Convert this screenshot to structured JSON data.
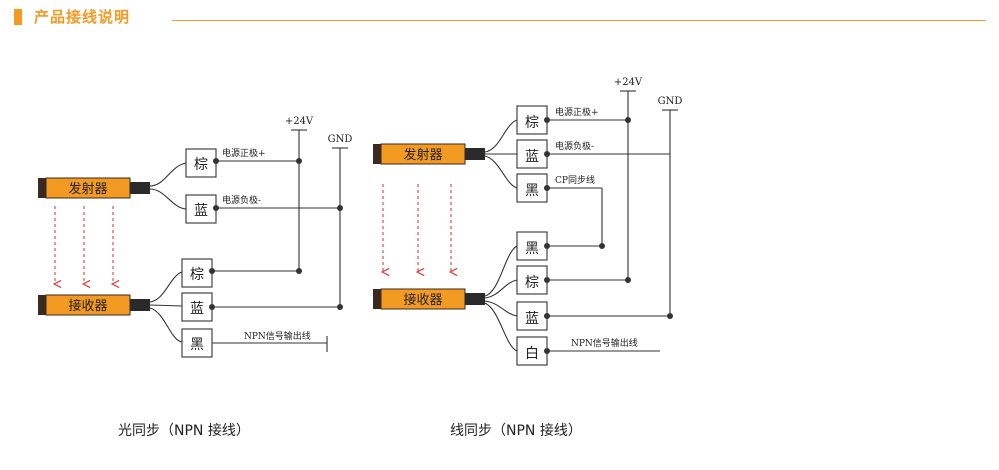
{
  "header": {
    "title": "产品接线说明"
  },
  "colors": {
    "accent": "#f39a22",
    "device": "#f39a22",
    "arrow": "#e23b3b"
  },
  "left": {
    "caption": "光同步（NPN 接线）",
    "emitter": "发射器",
    "receiver": "接收器",
    "vcc": "+24V",
    "gnd": "GND",
    "emitter_wires": [
      {
        "color": "棕",
        "label": "电源正极+"
      },
      {
        "color": "蓝",
        "label": "电源负极-"
      }
    ],
    "receiver_wires": [
      {
        "color": "棕"
      },
      {
        "color": "蓝"
      },
      {
        "color": "黑",
        "label": "NPN信号输出线"
      }
    ]
  },
  "right": {
    "caption": "线同步（NPN 接线）",
    "emitter": "发射器",
    "receiver": "接收器",
    "vcc": "+24V",
    "gnd": "GND",
    "emitter_wires": [
      {
        "color": "棕",
        "label": "电源正极+"
      },
      {
        "color": "蓝",
        "label": "电源负极-"
      },
      {
        "color": "黑",
        "label": "CP同步线"
      }
    ],
    "receiver_wires": [
      {
        "color": "黑"
      },
      {
        "color": "棕"
      },
      {
        "color": "蓝"
      },
      {
        "color": "白",
        "label": "NPN信号输出线"
      }
    ]
  }
}
